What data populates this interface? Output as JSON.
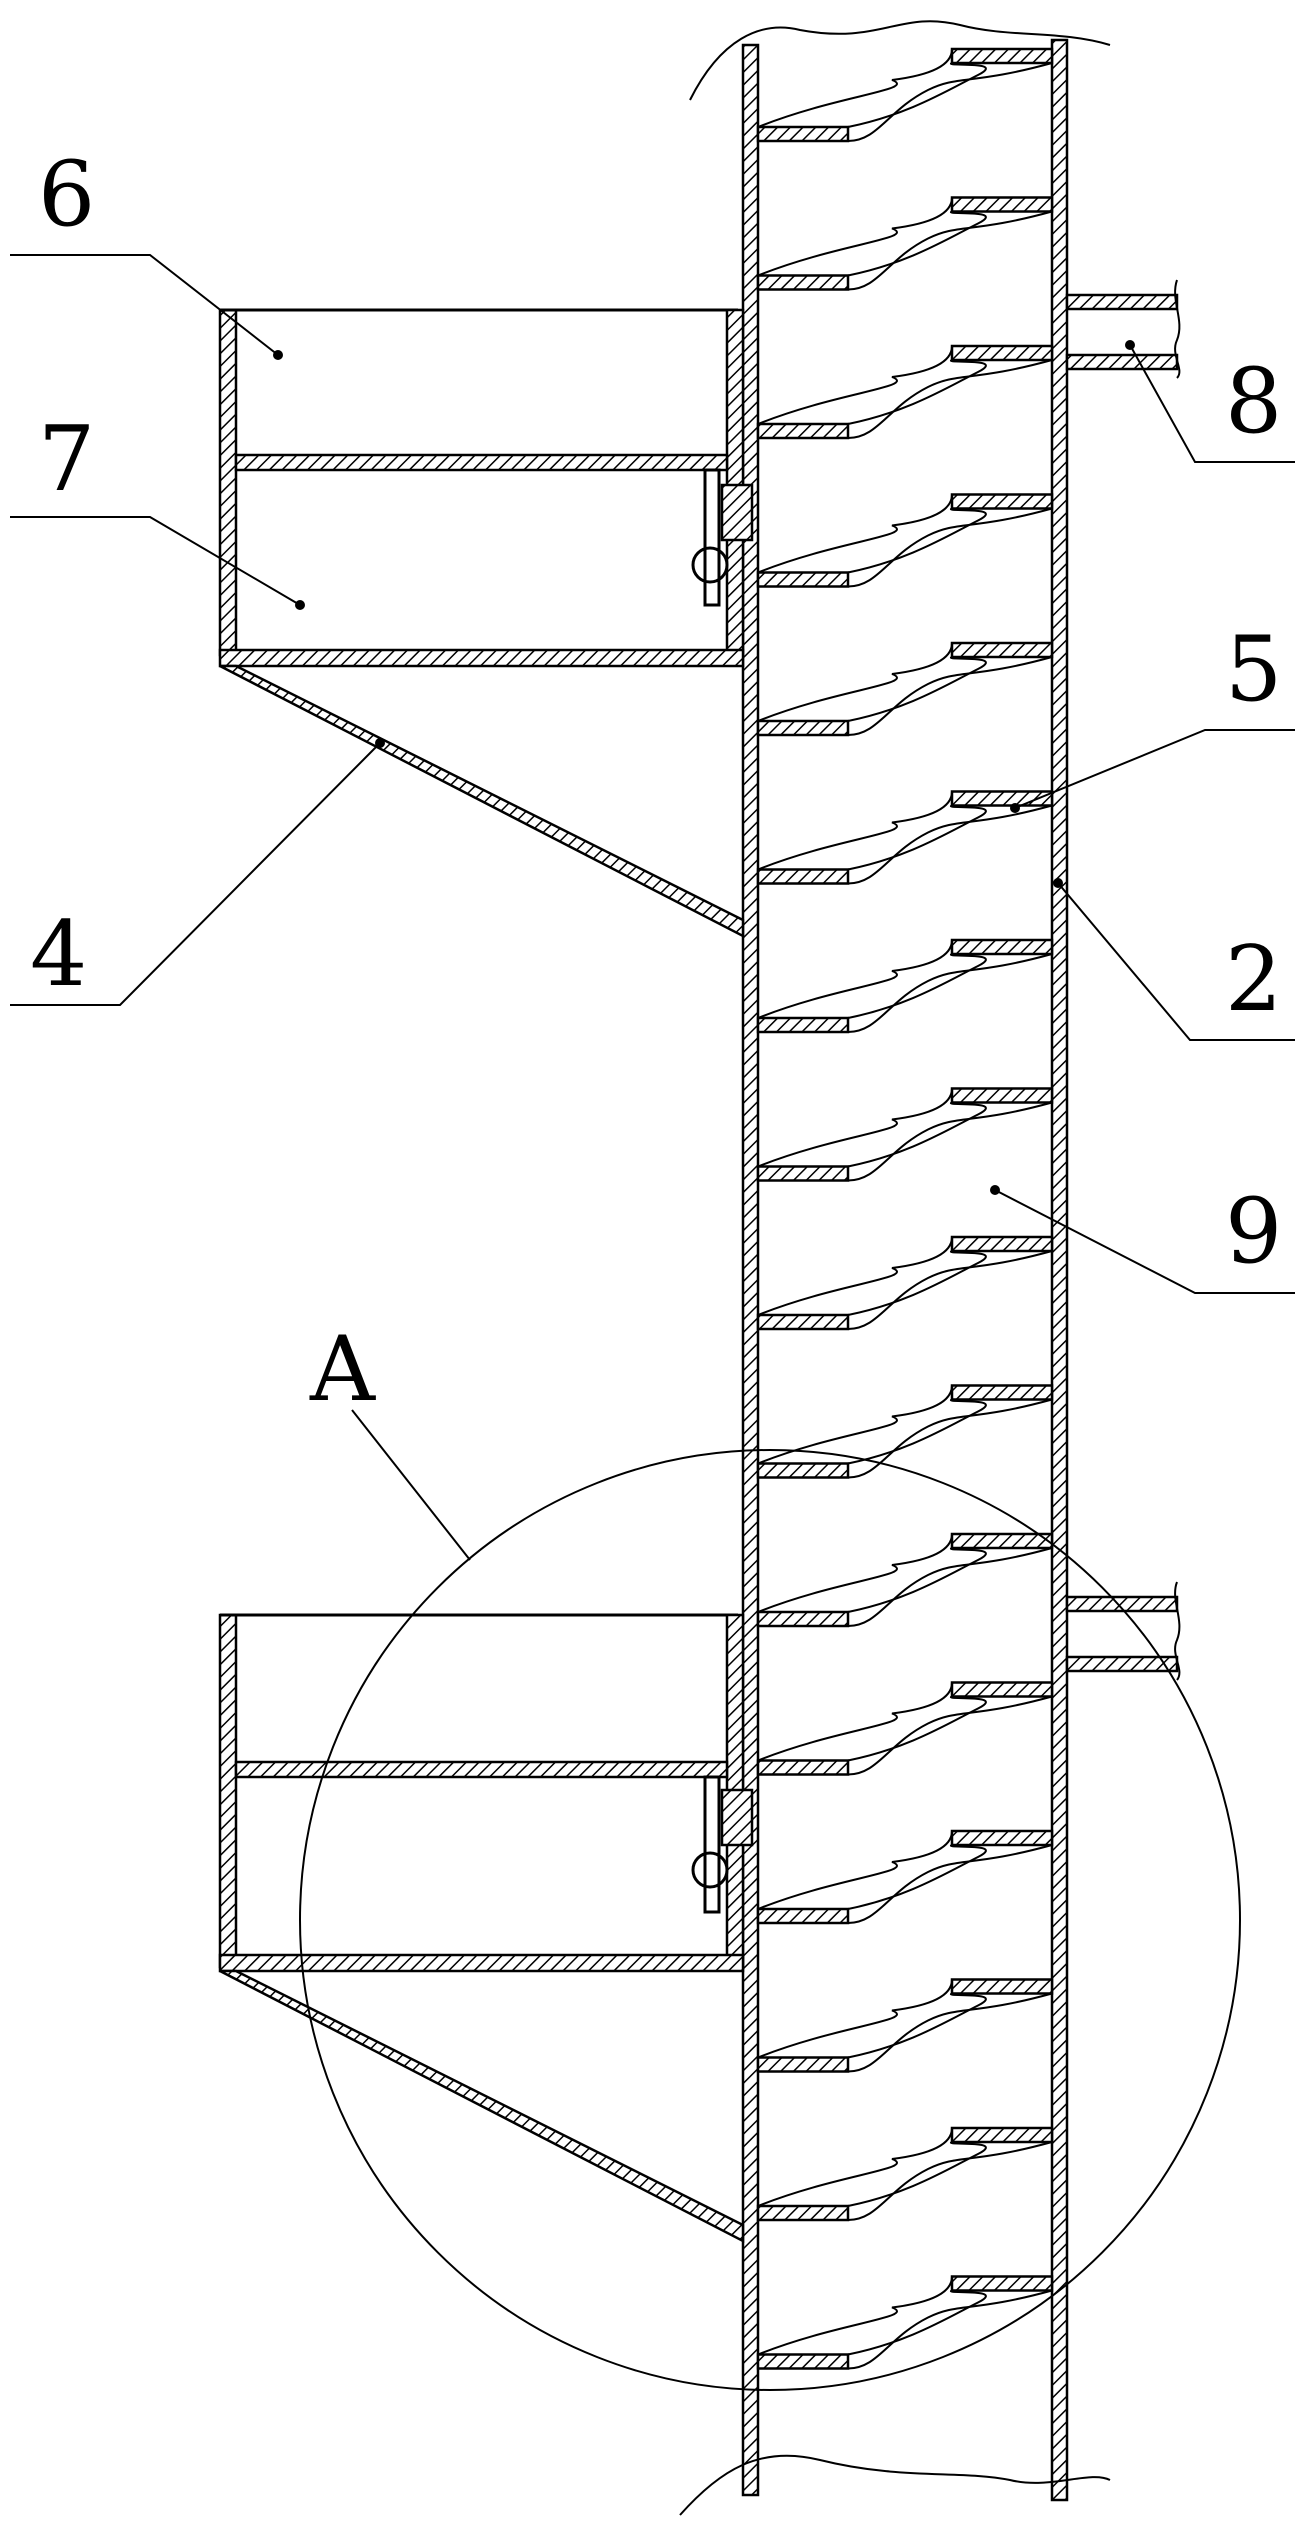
{
  "figure": {
    "labels": {
      "part_6": "6",
      "part_7": "7",
      "part_8": "8",
      "part_5": "5",
      "part_2": "2",
      "part_4": "4",
      "part_9": "9",
      "detail_a": "A"
    },
    "ink_color": "#000000",
    "background_color": "#ffffff"
  }
}
